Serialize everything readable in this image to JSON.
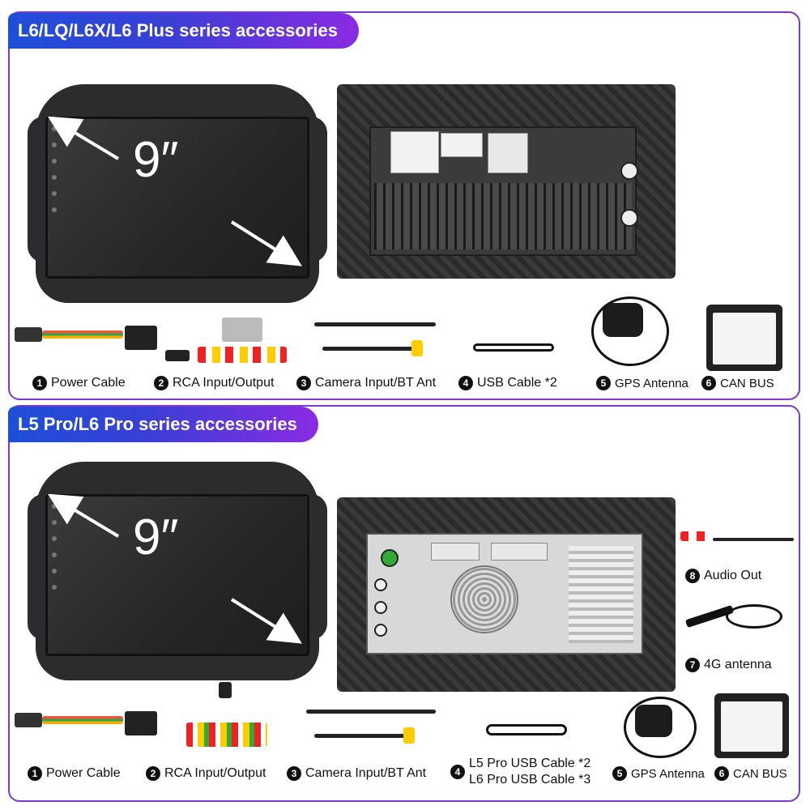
{
  "sections": [
    {
      "title": "L6/LQ/L6X/L6 Plus series accessories",
      "screen_size": "9″",
      "accessories": [
        {
          "num": "1",
          "label": "Power Cable"
        },
        {
          "num": "2",
          "label": "RCA Input/Output"
        },
        {
          "num": "3",
          "label": "Camera Input/BT Ant"
        },
        {
          "num": "4",
          "label": "USB Cable *2"
        },
        {
          "num": "5",
          "label": "GPS Antenna"
        },
        {
          "num": "6",
          "label": "CAN BUS"
        }
      ]
    },
    {
      "title": "L5 Pro/L6 Pro series accessories",
      "screen_size": "9″",
      "accessories": [
        {
          "num": "1",
          "label": "Power Cable"
        },
        {
          "num": "2",
          "label": "RCA Input/Output"
        },
        {
          "num": "3",
          "label": "Camera Input/BT Ant"
        },
        {
          "num": "4",
          "label_line1": "L5 Pro USB Cable *2",
          "label_line2": "L6 Pro USB Cable *3"
        },
        {
          "num": "5",
          "label": "GPS Antenna"
        },
        {
          "num": "6",
          "label": "CAN BUS"
        },
        {
          "num": "8",
          "label": "Audio Out"
        },
        {
          "num": "7",
          "label": "4G antenna"
        }
      ]
    }
  ],
  "colors": {
    "header_start": "#1d4fd8",
    "header_end": "#8a2be2",
    "border": "#7a3cc8"
  }
}
